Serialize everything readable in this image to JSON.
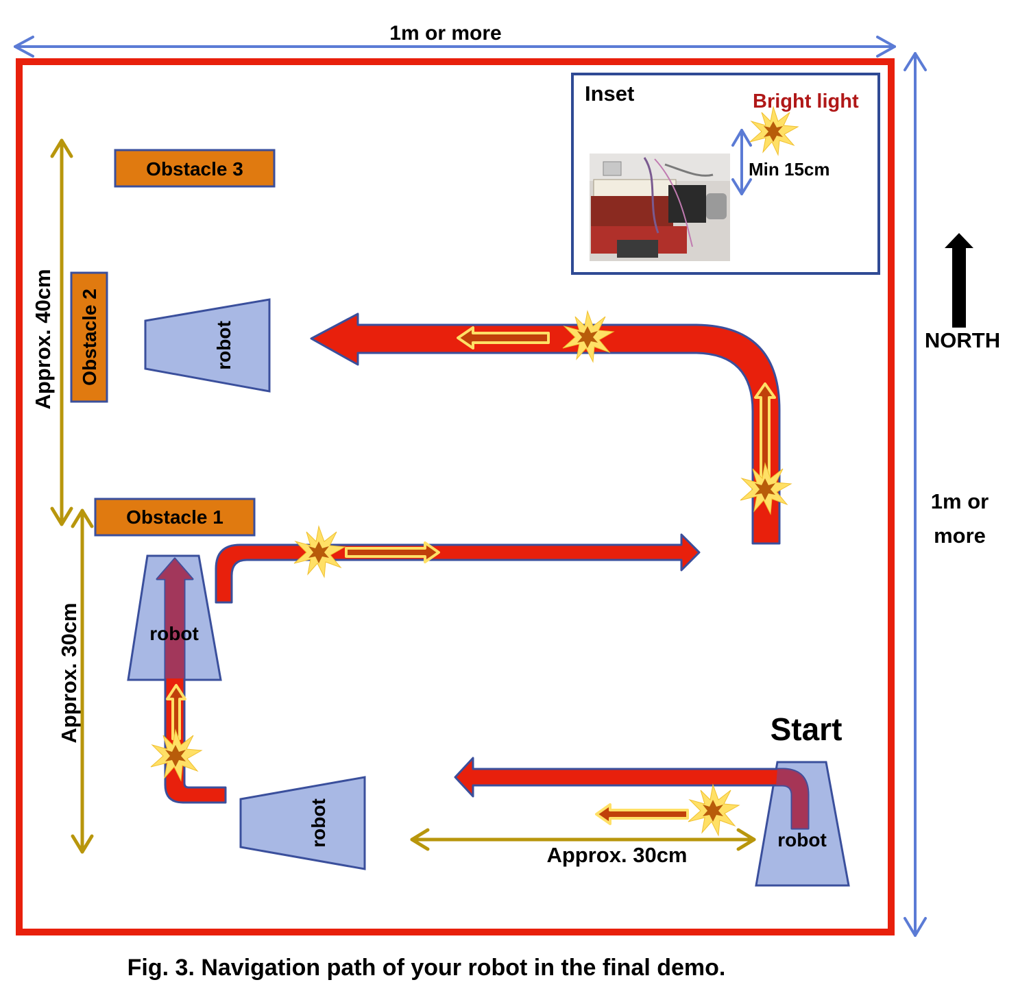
{
  "labels": {
    "width": "1m or more",
    "height_line1": "1m or",
    "height_line2": "more",
    "north": "NORTH",
    "approx_40": "Approx. 40cm",
    "approx_30_vertical": "Approx. 30cm",
    "approx_30_horizontal": "Approx. 30cm",
    "start": "Start",
    "caption": "Fig. 3. Navigation path of your robot in the final demo."
  },
  "obstacles": {
    "obstacle1": "Obstacle 1",
    "obstacle2": "Obstacle 2",
    "obstacle3": "Obstacle 3"
  },
  "robots": {
    "robot_start": "robot",
    "robot_bottom": "robot",
    "robot_left": "robot",
    "robot_upper": "robot"
  },
  "inset": {
    "title": "Inset",
    "bright_light": "Bright light",
    "min_distance": "Min 15cm"
  },
  "colors": {
    "arena_border": "#e8200c",
    "dimension_blue": "#5b7bd5",
    "dimension_gold": "#b8960c",
    "path_red": "#e8200c",
    "path_outline": "#3a4f9c",
    "robot_fill": "#a8b8e4",
    "robot_outline": "#3a4f9c",
    "obstacle_fill": "#e07a10",
    "obstacle_outline": "#3a4f9c",
    "light_yellow": "#ffe066",
    "light_center": "#b85c0a",
    "inset_border": "#2f4a94",
    "bright_light_text": "#b01818"
  }
}
